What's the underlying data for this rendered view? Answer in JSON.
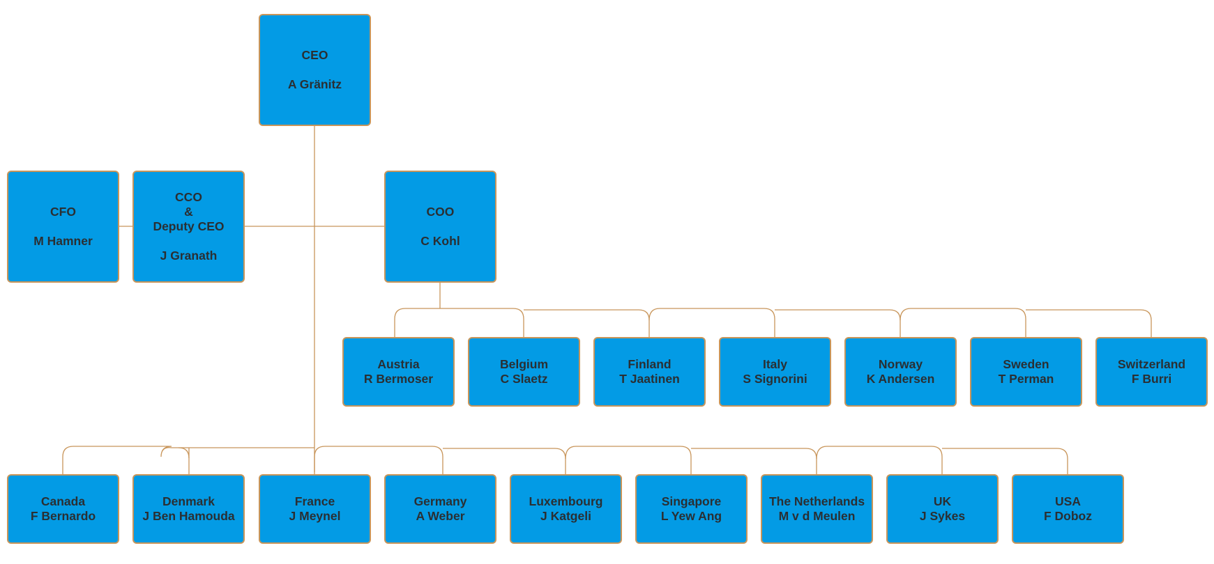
{
  "colors": {
    "box_fill": "#039be5",
    "box_border": "#c8955a",
    "connector": "#c8955a",
    "text": "#2a2f33"
  },
  "ceo": {
    "title": "CEO",
    "name": "A Gränitz"
  },
  "cfo": {
    "title": "CFO",
    "name": "M Hamner"
  },
  "cco": {
    "title_line1": "CCO",
    "title_line2": "&",
    "title_line3": "Deputy CEO",
    "name": "J Granath"
  },
  "coo": {
    "title": "COO",
    "name": "C Kohl"
  },
  "coo_countries": [
    {
      "country": "Austria",
      "name": "R Bermoser"
    },
    {
      "country": "Belgium",
      "name": "C Slaetz"
    },
    {
      "country": "Finland",
      "name": "T Jaatinen"
    },
    {
      "country": "Italy",
      "name": "S Signorini"
    },
    {
      "country": "Norway",
      "name": "K Andersen"
    },
    {
      "country": "Sweden",
      "name": "T Perman"
    },
    {
      "country": "Switzerland",
      "name": "F Burri"
    }
  ],
  "ceo_countries": [
    {
      "country": "Canada",
      "name": "F Bernardo"
    },
    {
      "country": "Denmark",
      "name": "J Ben Hamouda"
    },
    {
      "country": "France",
      "name": "J Meynel"
    },
    {
      "country": "Germany",
      "name": "A Weber"
    },
    {
      "country": "Luxembourg",
      "name": "J Katgeli"
    },
    {
      "country": "Singapore",
      "name": "L Yew Ang"
    },
    {
      "country": "The Netherlands",
      "name": "M v d Meulen"
    },
    {
      "country": "UK",
      "name": "J Sykes"
    },
    {
      "country": "USA",
      "name": "F Doboz"
    }
  ]
}
